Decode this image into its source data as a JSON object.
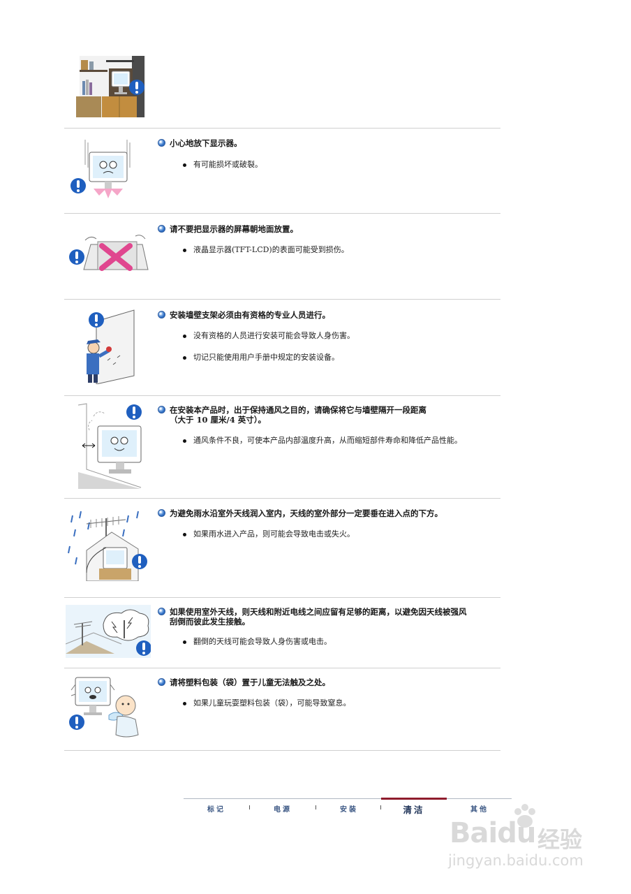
{
  "sections": [
    {
      "heading": "小心地放下显示器。",
      "items": [
        "有可能损坏或破裂。"
      ]
    },
    {
      "heading": "请不要把显示器的屏幕朝地面放置。",
      "items": [
        "液晶显示器(TFT-LCD)的表面可能受到损伤。"
      ]
    },
    {
      "heading": "安装墙壁支架必须由有资格的专业人员进行。",
      "items": [
        "没有资格的人员进行安装可能会导致人身伤害。",
        "切记只能使用用户手册中规定的安装设备。"
      ]
    },
    {
      "heading_line1": "在安装本产品时，出于保持通风之目的，请确保将它与墙壁隔开一段距离",
      "heading_line2": "（大于 10 厘米/4 英寸）。",
      "items": [
        "通风条件不良，可使本产品内部温度升高，从而缩短部件寿命和降低产品性能。"
      ]
    },
    {
      "heading": "为避免雨水沿室外天线润入室内，天线的室外部分一定要垂在进入点的下方。",
      "items": [
        "如果雨水进入产品，则可能会导致电击或失火。"
      ]
    },
    {
      "heading_line1": "如果使用室外天线，则天线和附近电线之间应留有足够的距离，以避免因天线被强风",
      "heading_line2": "刮倒而彼此发生接触。",
      "items": [
        "翻倒的天线可能会导致人身伤害或电击。"
      ]
    },
    {
      "heading": "请将塑料包装（袋）置于儿童无法触及之处。",
      "items": [
        "如果儿童玩耍塑料包装（袋），可能导致窒息。"
      ]
    }
  ],
  "nav": {
    "tabs": [
      "标记",
      "电源",
      "安装",
      "清洁",
      "其他"
    ],
    "active_tab": "清洁",
    "active_color": "#8f1c2c"
  },
  "watermark": {
    "brand": "Baidu",
    "cn": "经验",
    "url": "jingyan.baidu.com"
  },
  "colors": {
    "bullet_blue": "#2f6fc4",
    "warning_blue": "#1f5fbf"
  }
}
